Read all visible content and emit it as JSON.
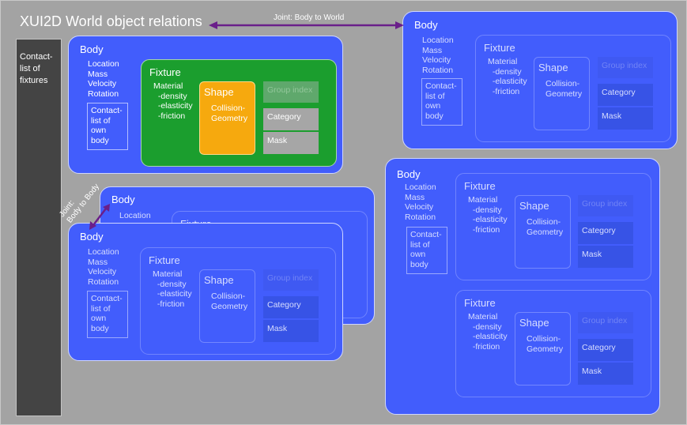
{
  "title": "XUI2D World object relations",
  "world_contact_list": "Contact-\nlist of\nfixtures",
  "joints": {
    "body_to_world": "Joint: Body to World",
    "body_to_body": "Joint:\nBody to Body"
  },
  "body": {
    "title": "Body",
    "properties": "Location\nMass\nVelocity\nRotation",
    "own_contact_list": "Contact-\nlist of\nown\nbody"
  },
  "fixture": {
    "title": "Fixture",
    "material": "Material\n  -density\n  -elasticity\n  -friction",
    "shape_title": "Shape",
    "shape_geometry": "Collision-\nGeometry",
    "group_index": "Group index",
    "category": "Category",
    "mask": "Mask"
  },
  "colors": {
    "background": "#a3a3a3",
    "body": "#425dfc",
    "fixture_highlight": "#1b9e2e",
    "shape_highlight": "#f6a90e",
    "contact_list": "#444444",
    "joint_arrow": "#6a1f8a"
  }
}
